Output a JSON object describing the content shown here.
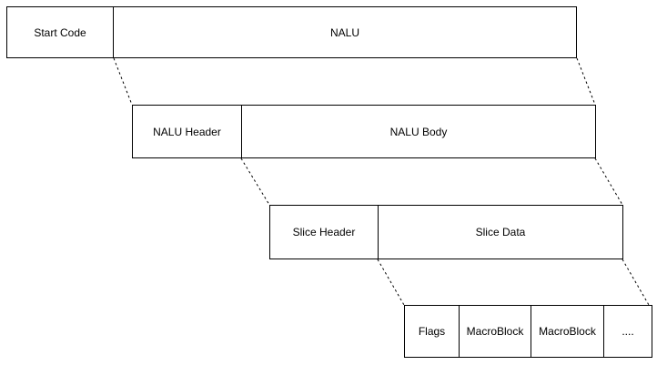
{
  "diagram": {
    "description": "NALU structure decomposition diagram",
    "colors": {
      "stroke": "#000000",
      "box_fill": "#ffffff",
      "background": "#ffffff"
    },
    "rows": [
      {
        "name": "nalu-unit",
        "cells": [
          {
            "label": "Start Code"
          },
          {
            "label": "NALU"
          }
        ]
      },
      {
        "name": "nalu-decomposition",
        "cells": [
          {
            "label": "NALU Header"
          },
          {
            "label": "NALU Body"
          }
        ]
      },
      {
        "name": "nalu-body-decomposition",
        "cells": [
          {
            "label": "Slice Header"
          },
          {
            "label": "Slice Data"
          }
        ]
      },
      {
        "name": "slice-data-decomposition",
        "cells": [
          {
            "label": "Flags"
          },
          {
            "label": "MacroBlock"
          },
          {
            "label": "MacroBlock"
          },
          {
            "label": "...."
          }
        ]
      }
    ]
  }
}
